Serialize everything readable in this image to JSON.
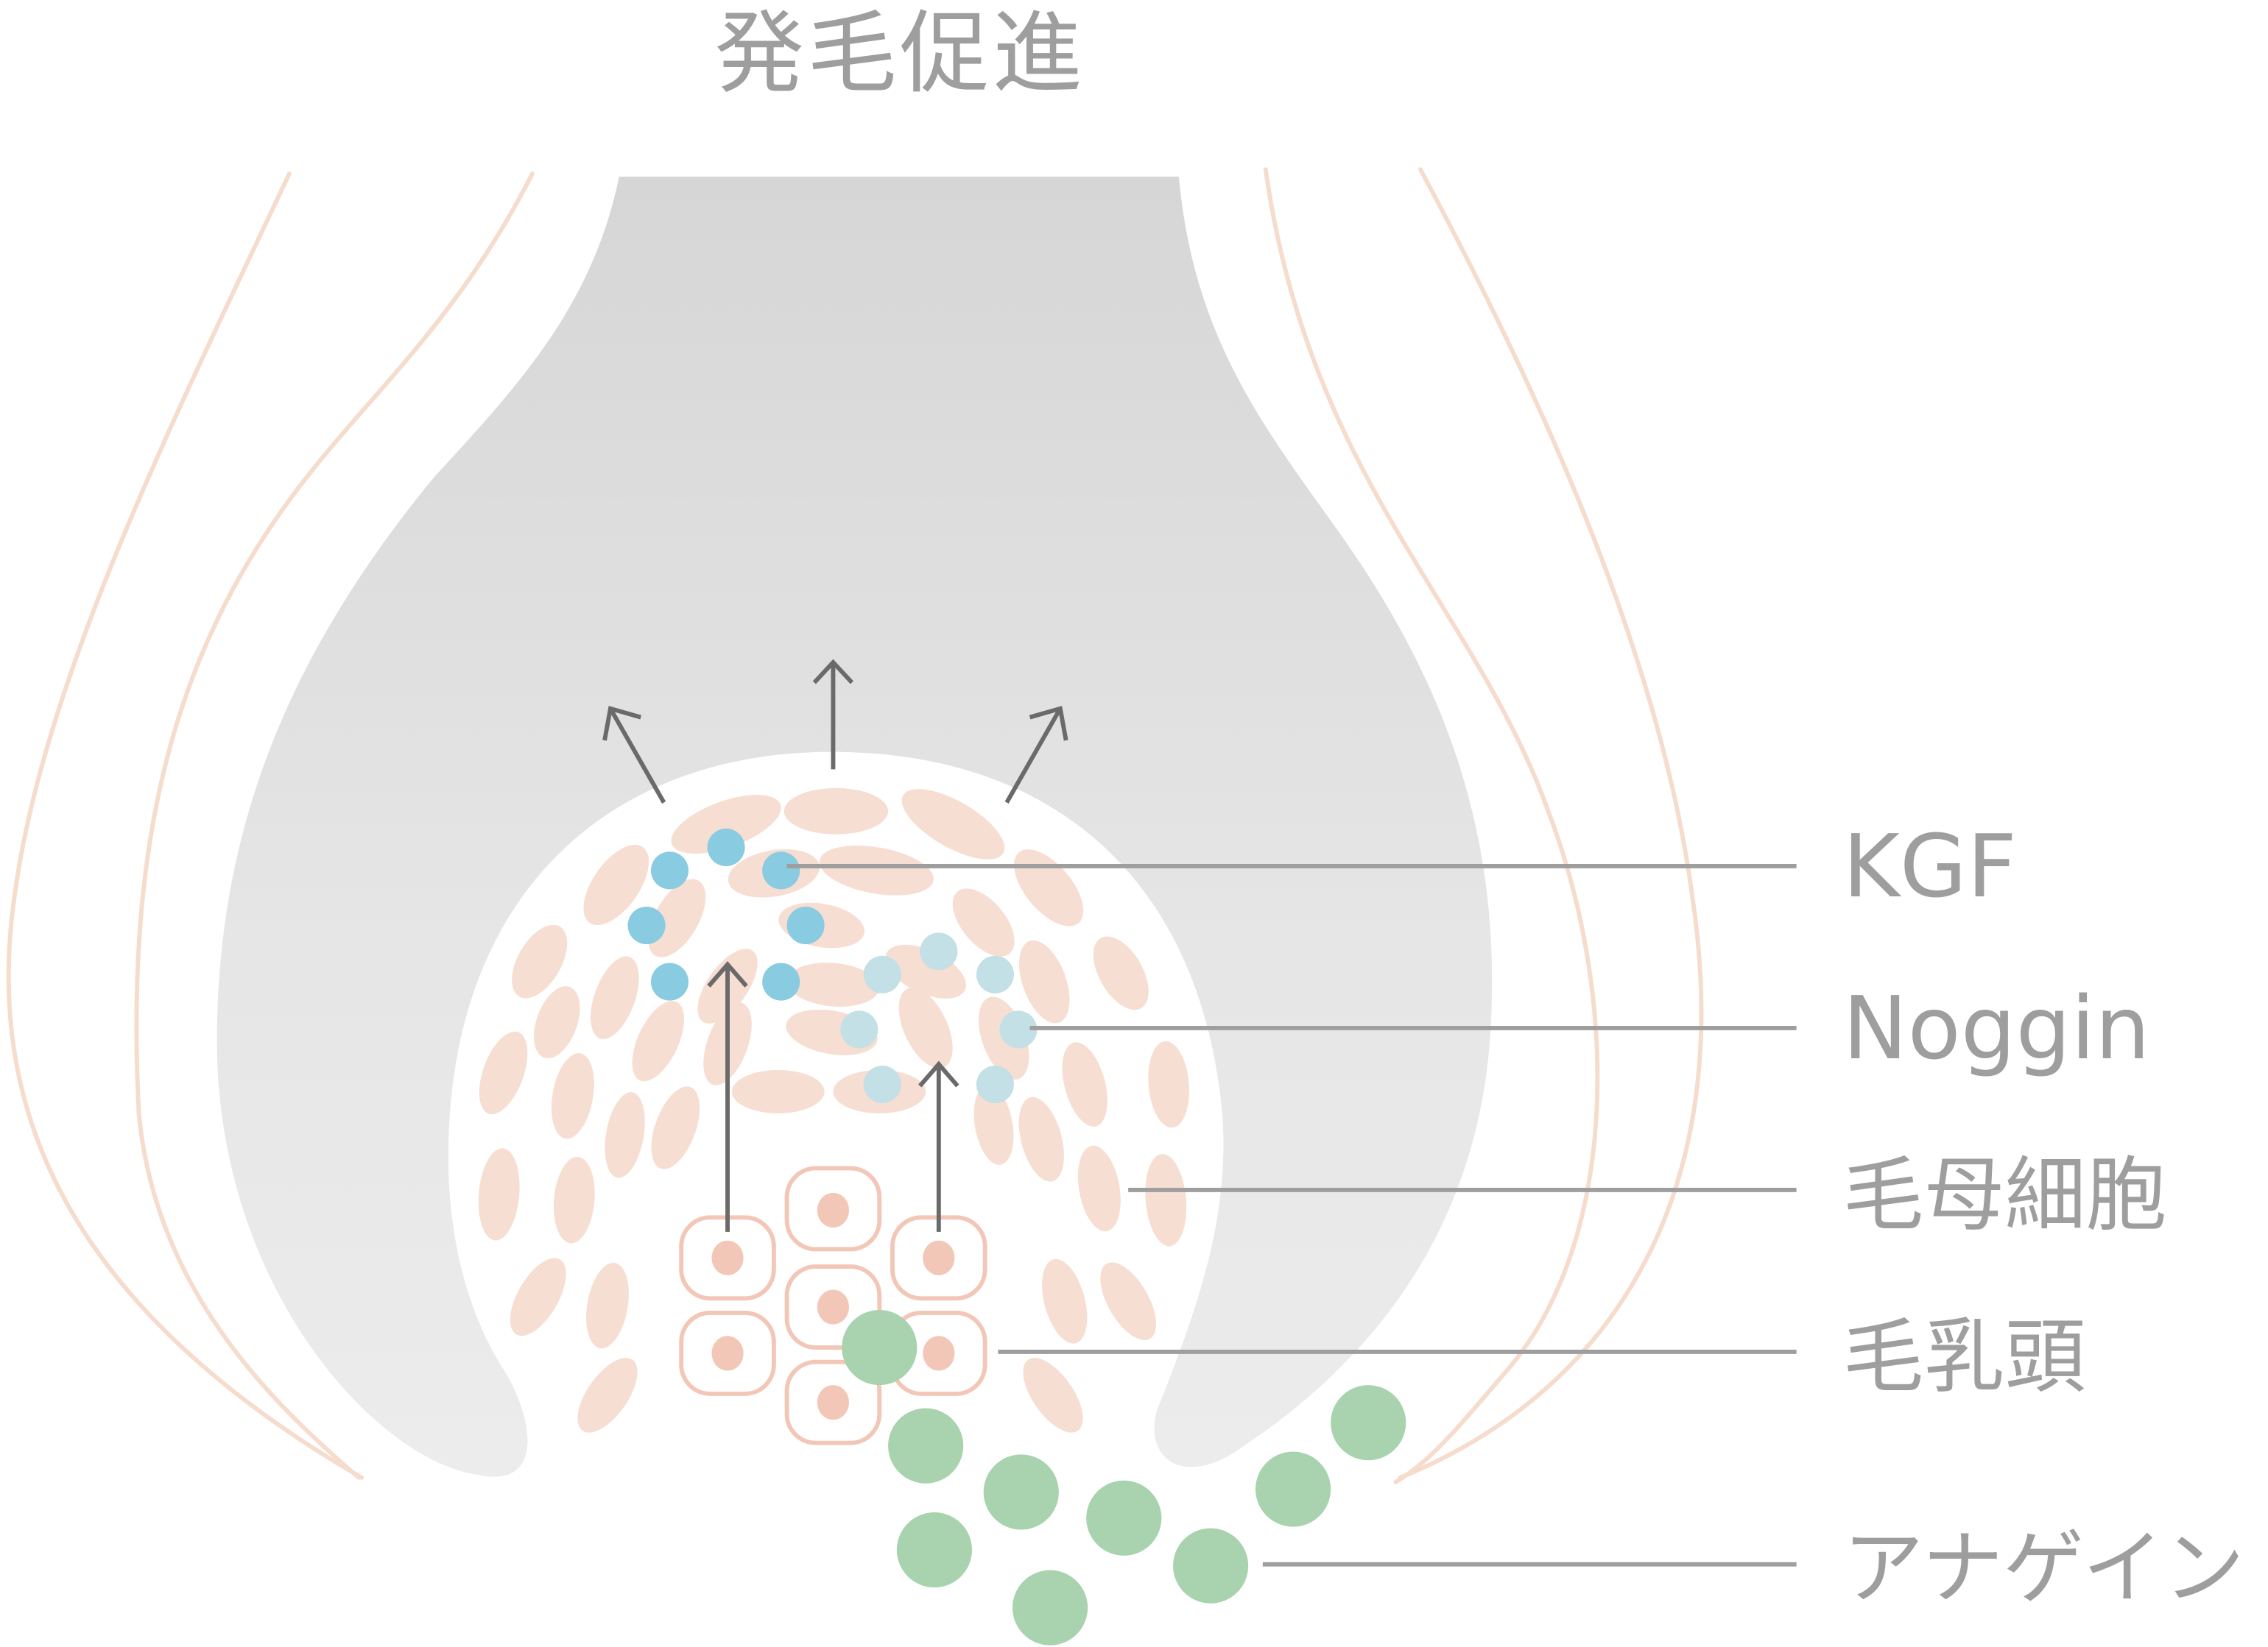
{
  "title": "発毛促進",
  "labels": {
    "kgf": "KGF",
    "noggin": "Noggin",
    "hair_matrix_cells": "毛母細胞",
    "dermal_papilla": "毛乳頭",
    "anagain": "アナゲイン"
  },
  "colors": {
    "follicle_outline": "#f5dccd",
    "hair_shaft_gradient_top": "#d6d6d6",
    "hair_shaft_gradient_bottom": "#ebebeb",
    "matrix_cell": "#f7ded2",
    "papilla_cell_outline": "#f3c7b7",
    "papilla_nucleus": "#f3c7b7",
    "kgf_dot": "#89cbe0",
    "noggin_dot": "#c2e0e5",
    "anagain_dot": "#a8d3ae",
    "arrow": "#6a6a6a",
    "leader_line": "#9e9e9e",
    "label_text": "#9e9e9e"
  }
}
